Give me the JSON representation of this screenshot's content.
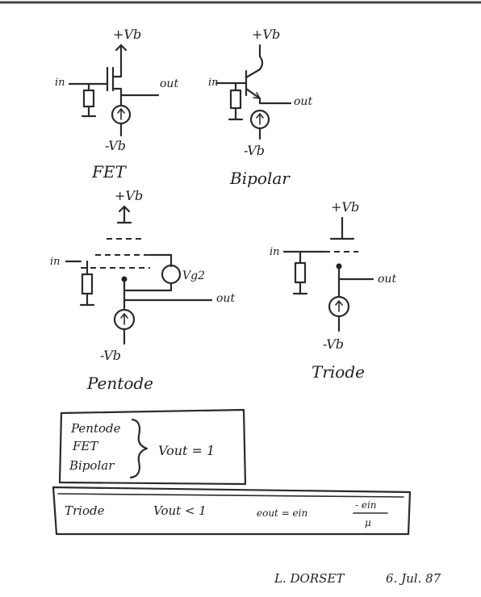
{
  "circuits": {
    "fet": {
      "supply_pos": "+Vb",
      "supply_neg": "-Vb",
      "input": "in",
      "output": "out",
      "name": "FET"
    },
    "bipolar": {
      "supply_pos": "+Vb",
      "supply_neg": "-Vb",
      "input": "in",
      "output": "out",
      "name": "Bipolar"
    },
    "pentode": {
      "supply_pos": "+Vb",
      "supply_neg": "-Vb",
      "grid_supply": "Vg2",
      "input": "in",
      "output": "out",
      "name": "Pentode"
    },
    "triode": {
      "supply_pos": "+Vb",
      "supply_neg": "-Vb",
      "input": "in",
      "output": "out",
      "name": "Triode"
    }
  },
  "summary": {
    "box1": {
      "lines": [
        "Pentode",
        "FET",
        "Bipolar"
      ],
      "result": "Vout = 1"
    },
    "box2": {
      "device": "Triode",
      "result": "Vout < 1",
      "formula_lhs": "eout = ein",
      "formula_frac_num": "- ein",
      "formula_frac_den": "μ"
    }
  },
  "signature": {
    "name": "L. DORSET",
    "date": "6. Jul. 87"
  }
}
